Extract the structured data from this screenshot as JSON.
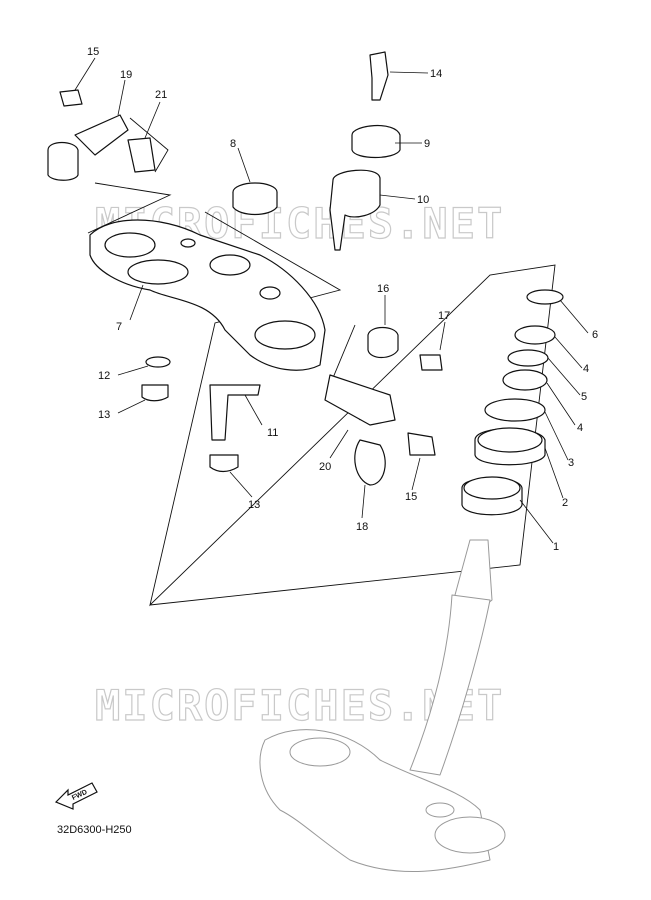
{
  "watermark": "MICROFICHES.NET",
  "diagram_code": "32D6300-H250",
  "fwd_label": "FWD",
  "callouts": {
    "p1": "1",
    "p2": "2",
    "p3": "3",
    "p4a": "4",
    "p4b": "4",
    "p5": "5",
    "p6": "6",
    "p7": "7",
    "p8": "8",
    "p9": "9",
    "p10": "10",
    "p11": "11",
    "p12": "12",
    "p13a": "13",
    "p13b": "13",
    "p14": "14",
    "p15a": "15",
    "p15b": "15",
    "p16": "16",
    "p17": "17",
    "p18": "18",
    "p19": "19",
    "p20": "20",
    "p21": "21"
  }
}
